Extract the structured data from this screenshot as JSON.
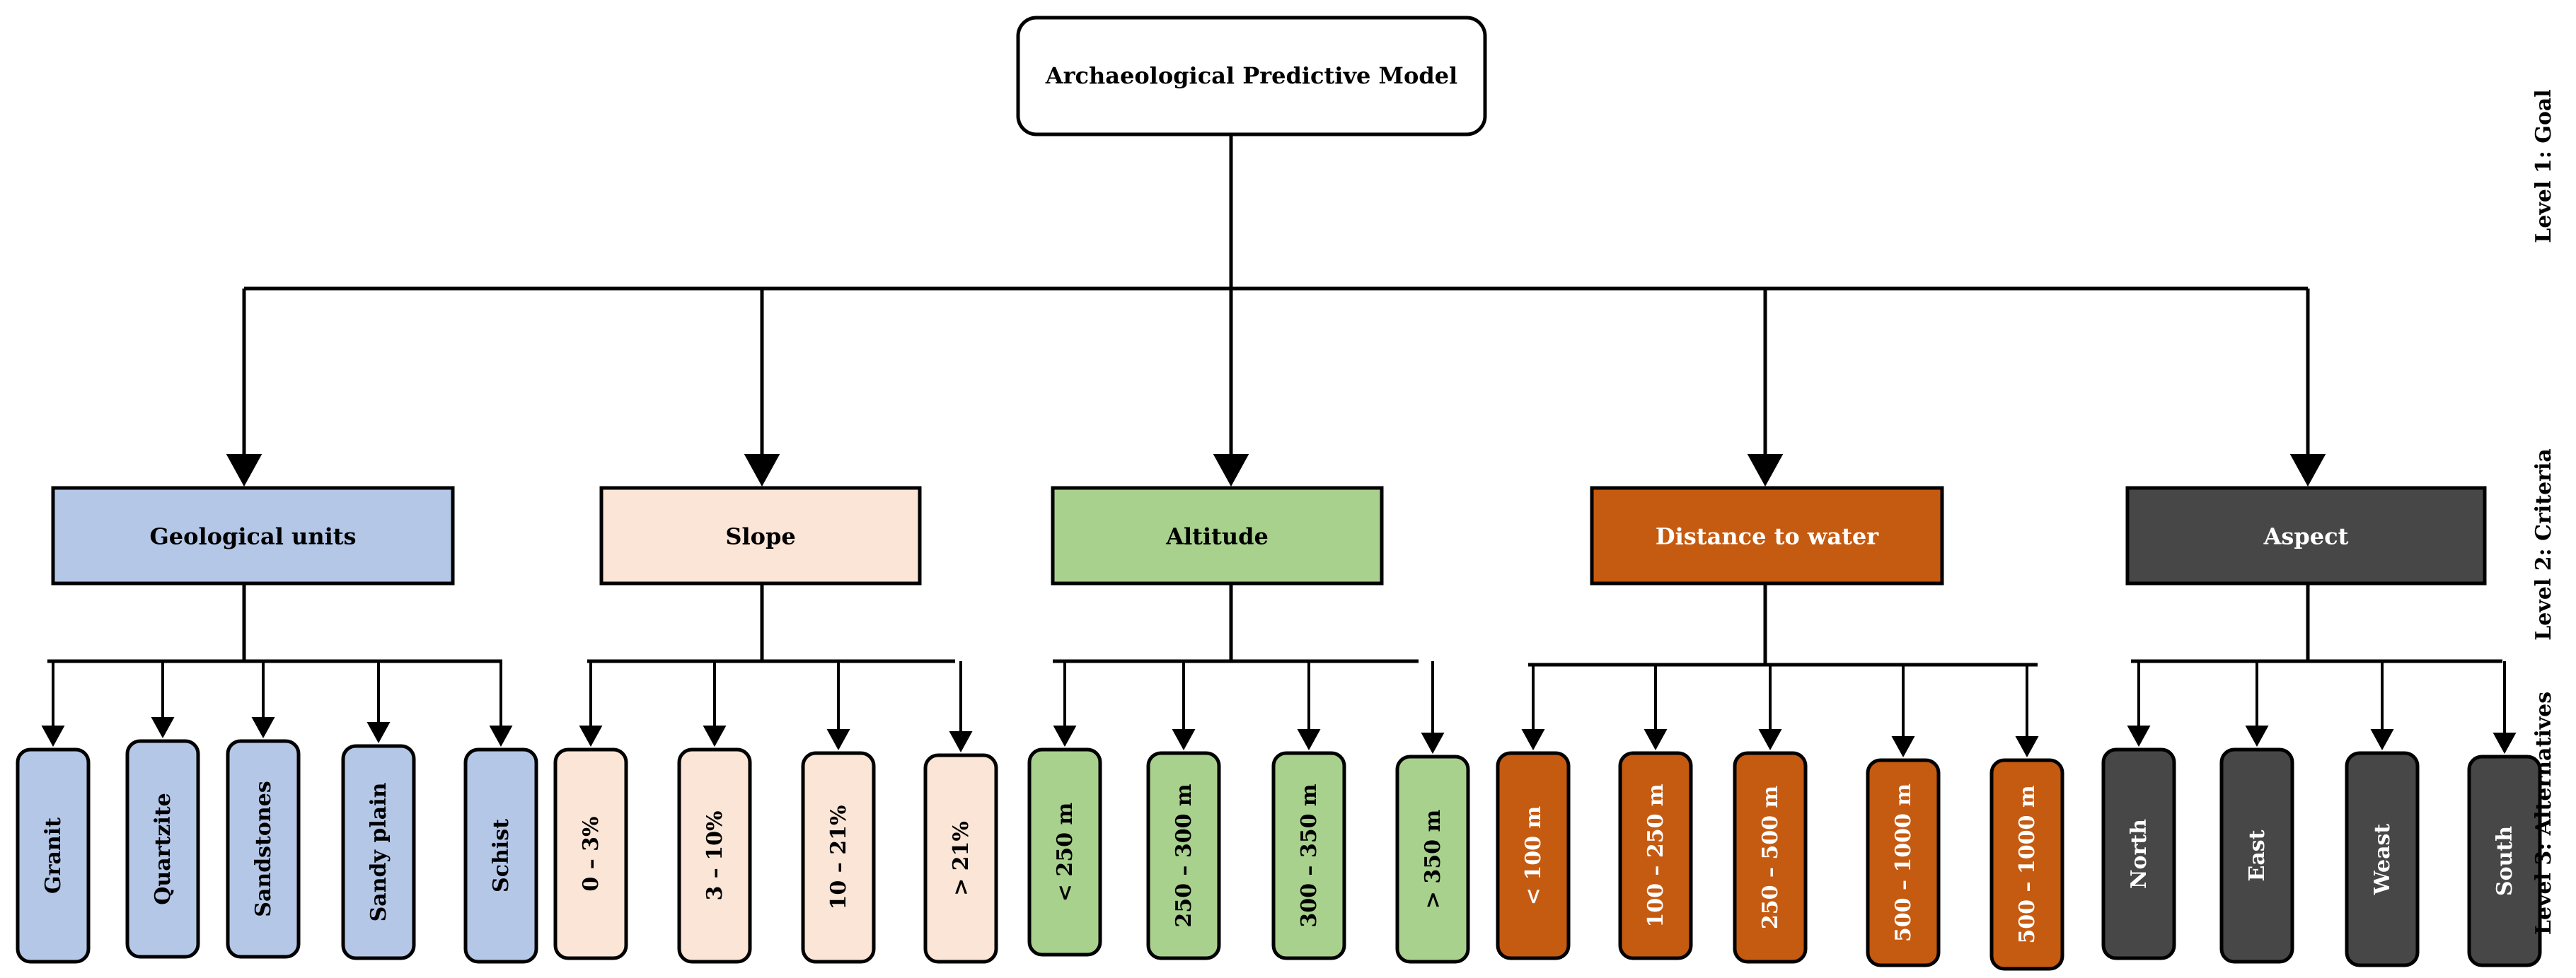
{
  "goal": {
    "label": "Archaeological Predictive Model"
  },
  "levels": {
    "level1": "Level 1: Goal",
    "level2": "Level 2: Criteria",
    "level3": "Level 3: Alternatives"
  },
  "criteria": [
    {
      "id": "geological-units",
      "label": "Geological units",
      "fill": "#b4c7e7",
      "text_color": "#000000",
      "alternatives": [
        "Granit",
        "Quartzite",
        "Sandstones",
        "Sandy plain",
        "Schist"
      ]
    },
    {
      "id": "slope",
      "label": "Slope",
      "fill": "#fbe5d6",
      "text_color": "#000000",
      "alternatives": [
        "0 – 3%",
        "3 – 10%",
        "10 – 21%",
        "> 21%"
      ]
    },
    {
      "id": "altitude",
      "label": "Altitude",
      "fill": "#a9d18e",
      "text_color": "#000000",
      "alternatives": [
        "< 250 m",
        "250 – 300 m",
        "300 – 350 m",
        "> 350 m"
      ]
    },
    {
      "id": "distance-to-water",
      "label": "Distance to water",
      "fill": "#c55a11",
      "text_color": "#ffffff",
      "alternatives": [
        "< 100 m",
        "100 – 250 m",
        "250 – 500 m",
        "500 – 1000 m",
        "500 – 1000 m"
      ]
    },
    {
      "id": "aspect",
      "label": "Aspect",
      "fill": "#474747",
      "text_color": "#ffffff",
      "alternatives": [
        "North",
        "East",
        "Weast",
        "South"
      ]
    }
  ]
}
